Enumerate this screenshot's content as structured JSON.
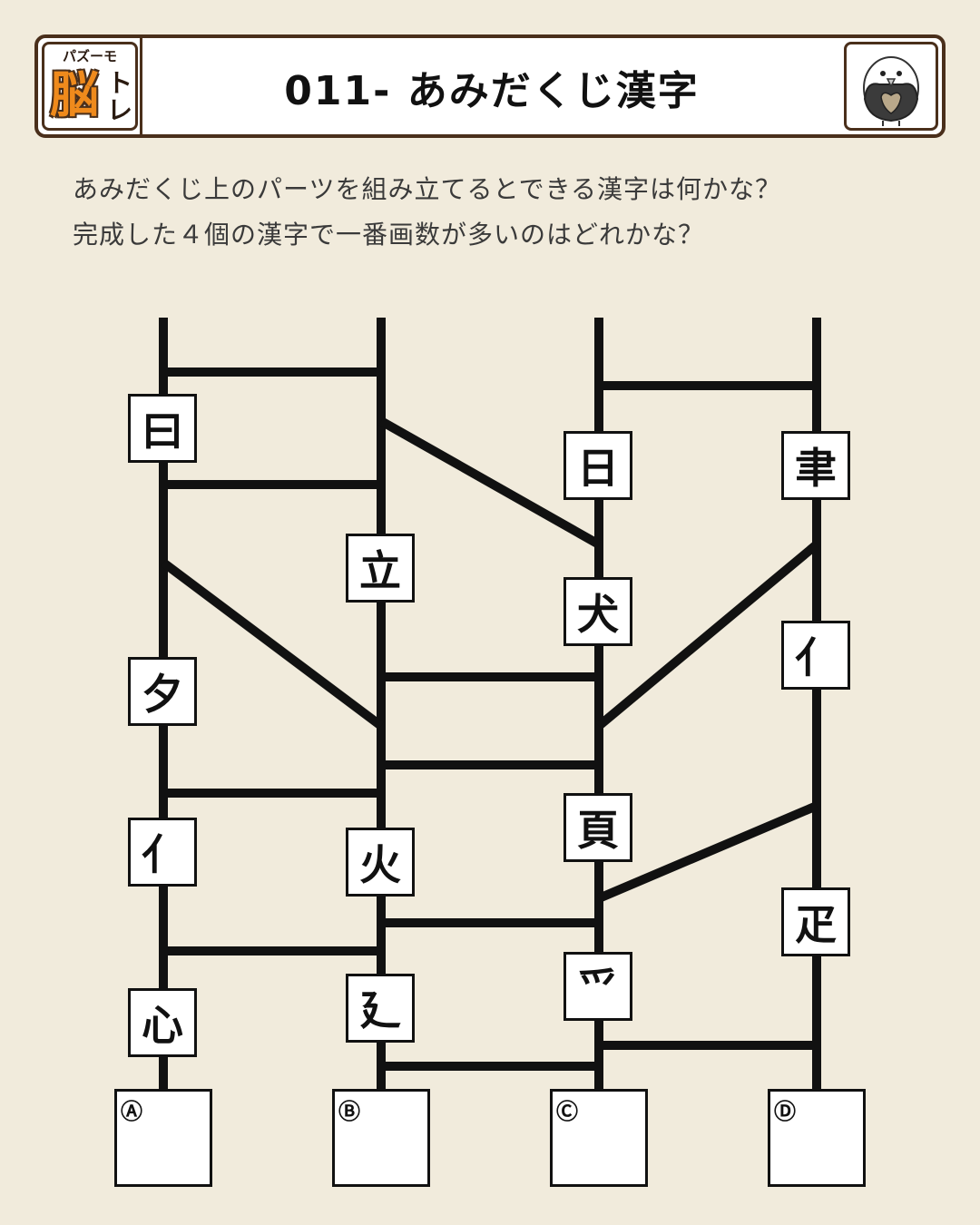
{
  "header": {
    "logo_small": "パズーモ",
    "logo_big": "脳",
    "logo_side": "トレ",
    "title": "011- あみだくじ漢字",
    "mascot_icon": "bird-mascot-icon"
  },
  "question": {
    "line1": "あみだくじ上のパーツを組み立てるとできる漢字は何かな？",
    "line2": "完成した４個の漢字で一番画数が多いのはどれかな？"
  },
  "parts": [
    {
      "id": "a1",
      "text": "曰"
    },
    {
      "id": "a2",
      "text": "夕"
    },
    {
      "id": "a3",
      "text": "亻"
    },
    {
      "id": "a4",
      "text": "心"
    },
    {
      "id": "b1",
      "text": "立"
    },
    {
      "id": "b2",
      "text": "火"
    },
    {
      "id": "b3",
      "text": "廴"
    },
    {
      "id": "c1",
      "text": "日"
    },
    {
      "id": "c2",
      "text": "犬"
    },
    {
      "id": "c3",
      "text": "頁"
    },
    {
      "id": "c4",
      "text": "爫"
    },
    {
      "id": "d1",
      "text": "聿"
    },
    {
      "id": "d2",
      "text": "亻"
    },
    {
      "id": "d3",
      "text": "疋"
    }
  ],
  "answers": [
    {
      "label": "Ⓐ"
    },
    {
      "label": "Ⓑ"
    },
    {
      "label": "Ⓒ"
    },
    {
      "label": "Ⓓ"
    }
  ],
  "colors": {
    "background": "#f1ebdc",
    "frame": "#4a2f1b",
    "logo_accent": "#ef8a1c",
    "ink": "#111111"
  }
}
